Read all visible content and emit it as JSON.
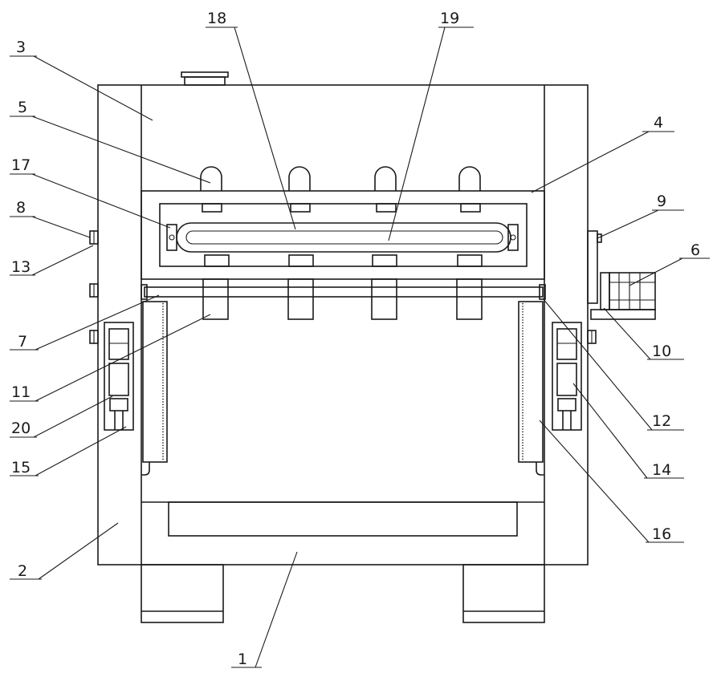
{
  "labels": [
    "1",
    "2",
    "3",
    "4",
    "5",
    "6",
    "7",
    "8",
    "9",
    "10",
    "11",
    "12",
    "13",
    "14",
    "15",
    "16",
    "17",
    "18",
    "19",
    "20"
  ]
}
